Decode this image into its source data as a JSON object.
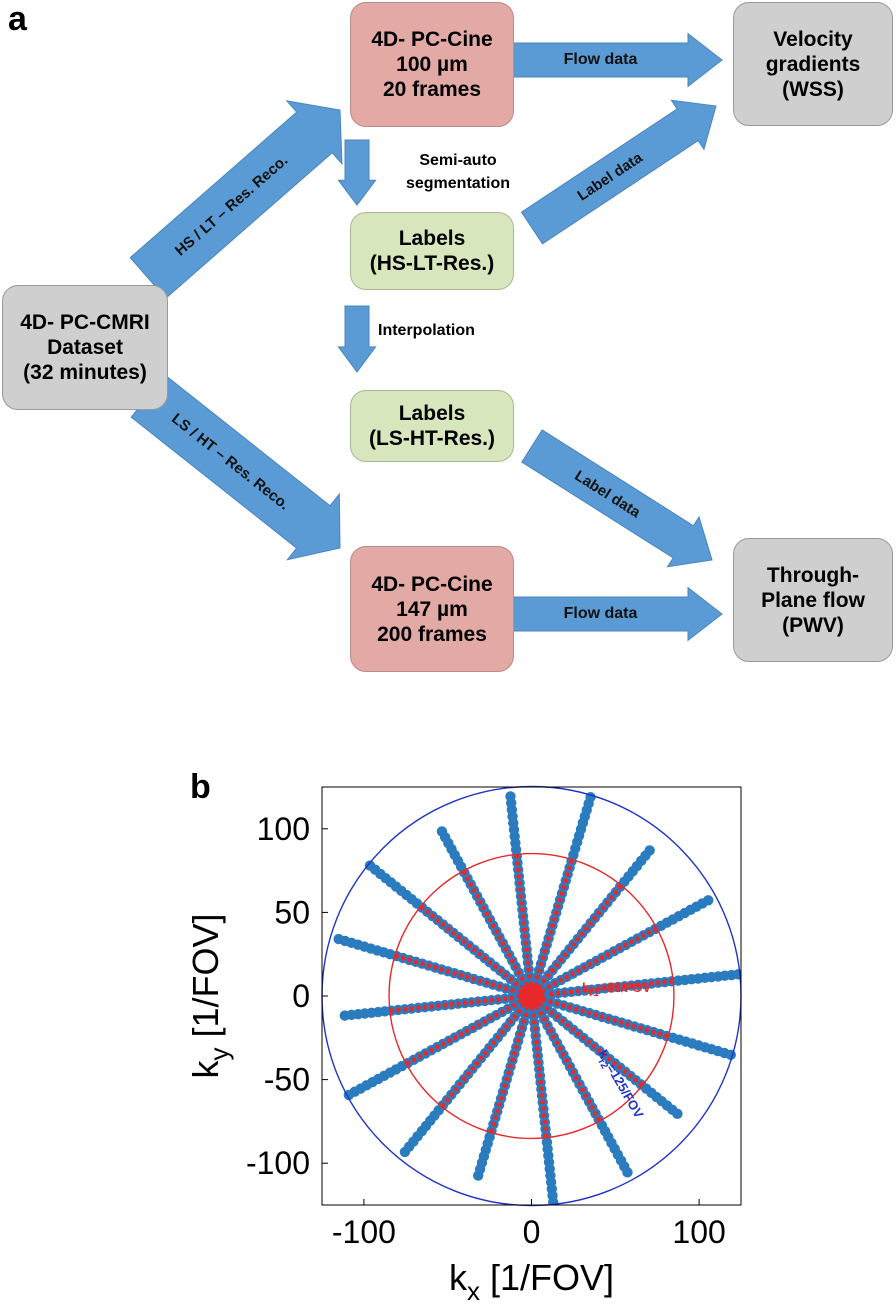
{
  "panel_a": {
    "label": "a",
    "boxes": {
      "source": [
        "4D- PC-CMRI",
        "Dataset",
        "(32 minutes)"
      ],
      "cine_hs": [
        "4D- PC-Cine",
        "100 µm",
        "20 frames"
      ],
      "cine_ls": [
        "4D- PC-Cine",
        "147 µm",
        "200 frames"
      ],
      "labels_hs": [
        "Labels",
        "(HS-LT-Res.)"
      ],
      "labels_ls": [
        "Labels",
        "(LS-HT-Res.)"
      ],
      "velocity": [
        "Velocity",
        "gradients",
        "(WSS)"
      ],
      "through_plane": [
        "Through-",
        "Plane flow",
        "(PWV)"
      ]
    },
    "arrows": {
      "hs_reco": "HS / LT – Res. Reco.",
      "ls_reco": "LS / HT – Res. Reco.",
      "flow_top": "Flow data",
      "flow_bottom": "Flow data",
      "label_top": "Label data",
      "label_bottom": "Label data"
    },
    "notes": {
      "segmentation": [
        "Semi-auto",
        "segmentation"
      ],
      "interpolation": "Interpolation"
    },
    "colors": {
      "arrow": "#5b9bd5",
      "red_box": "#e3a9a5",
      "green_box": "#d7e6bc",
      "grey_box": "#cfcfcf"
    }
  },
  "panel_b": {
    "label": "b"
  },
  "chart_data": {
    "type": "scatter",
    "xlabel": "k",
    "xlabel_sub": "x",
    "xlabel_unit": "[1/FOV]",
    "ylabel": "k",
    "ylabel_sub": "y",
    "ylabel_unit": "[1/FOV]",
    "xlim": [
      -125,
      125
    ],
    "ylim": [
      -125,
      125
    ],
    "xticks": [
      -100,
      0,
      100
    ],
    "yticks": [
      100,
      50,
      0,
      -50,
      -100
    ],
    "grid": false,
    "spokes": {
      "count": 16,
      "angles_deg": [
        0,
        22.5,
        45,
        67.5,
        90,
        112.5,
        135,
        157.5,
        180,
        202.5,
        225,
        247.5,
        270,
        292.5,
        315,
        337.5
      ],
      "rotation_deg": 6,
      "max_radius": [
        125,
        120,
        115,
        125,
        120,
        115,
        125,
        120,
        115,
        125,
        120,
        115,
        125,
        120,
        115,
        125
      ],
      "sample_step": 4
    },
    "circles": [
      {
        "radius": 85,
        "color": "#e8292b",
        "label_main": "k",
        "label_sub": "r1",
        "label_rest": "=85/FOV"
      },
      {
        "radius": 125,
        "color": "#1f34c8",
        "label_main": "k",
        "label_sub": "r2",
        "label_rest": "=125/FOV"
      }
    ],
    "colors": {
      "points": "#2b7bbf",
      "inner_points": "#e8292b"
    }
  }
}
